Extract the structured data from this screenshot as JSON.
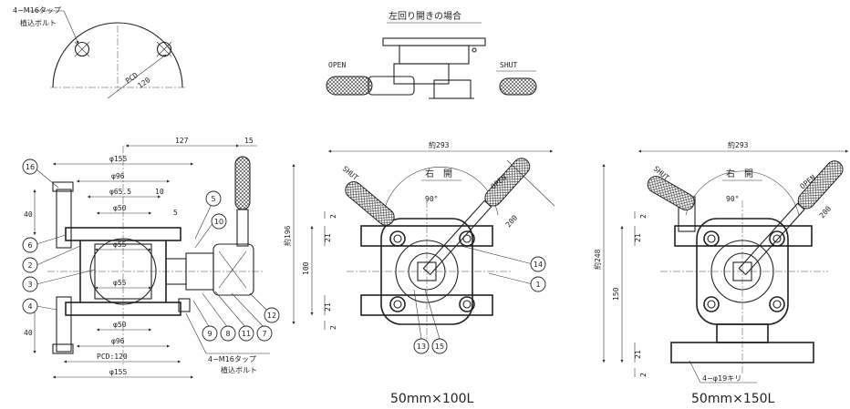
{
  "top_left_detail": {
    "tap_label": "4−M16タップ",
    "bolt_label": "植込ボルト",
    "pcd_label": "PCD",
    "pcd_value": "120"
  },
  "top_center_detail": {
    "title": "左回り開きの場合",
    "open_label": "OPEN",
    "shut_label": "SHUT"
  },
  "side_view": {
    "dims": {
      "d127": "127",
      "d15": "15",
      "phi155_top": "φ155",
      "phi96_top": "φ96",
      "phi65_5": "φ65.5",
      "d10": "10",
      "phi50_top": "φ50",
      "d5": "5",
      "phi55_a": "φ55",
      "phi55_b": "φ55",
      "phi50_bot": "φ50",
      "phi96_bot": "φ96",
      "pcd_bot": "PCD:120",
      "phi155_bot": "φ155",
      "d40_top": "40",
      "d40_bot": "40"
    },
    "tap_label": "4−M16タップ",
    "bolt_label": "植込ボルト",
    "balloons": [
      "16",
      "6",
      "2",
      "3",
      "4",
      "5",
      "10",
      "9",
      "8",
      "11",
      "7",
      "12"
    ]
  },
  "front_view_100": {
    "dims": {
      "width": "約293",
      "height": "約196",
      "body": "100",
      "angle": "90°",
      "lever": "200",
      "d2_a": "2",
      "d21_a": "21",
      "d21_b": "21",
      "d2_b": "2"
    },
    "shut_label": "SHUT",
    "open_label": "OPEN",
    "direction_label": "右　開",
    "balloons": [
      "14",
      "1",
      "13",
      "15"
    ],
    "caption": "50mm×100L"
  },
  "front_view_150": {
    "dims": {
      "width": "約293",
      "height": "約248",
      "body": "150",
      "angle": "90°",
      "lever": "200",
      "d2_a": "2",
      "d21_a": "21",
      "d21_b": "21",
      "d2_b": "2"
    },
    "shut_label": "SHUT",
    "open_label": "OPEN",
    "direction_label": "右　開",
    "hole_label": "4−φ19キリ",
    "caption": "50mm×150L"
  }
}
